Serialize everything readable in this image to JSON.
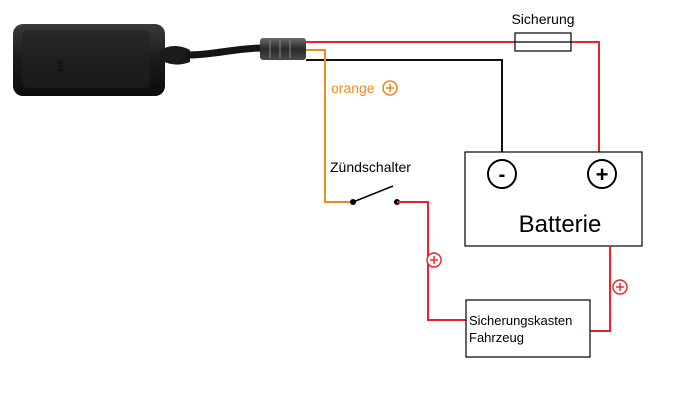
{
  "labels": {
    "fuse": "Sicherung",
    "orange_wire": "orange",
    "ignition_switch": "Zündschalter",
    "battery": "Batterie",
    "fuse_box_line1": "Sicherungskasten",
    "fuse_box_line2": "Fahrzeug"
  },
  "symbols": {
    "minus": "-",
    "plus": "+",
    "small_plus": "+"
  },
  "colors": {
    "red_wire": "#e8232a",
    "black_wire": "#111111",
    "orange_wire": "#ee8a1e",
    "box_stroke": "#000000"
  }
}
